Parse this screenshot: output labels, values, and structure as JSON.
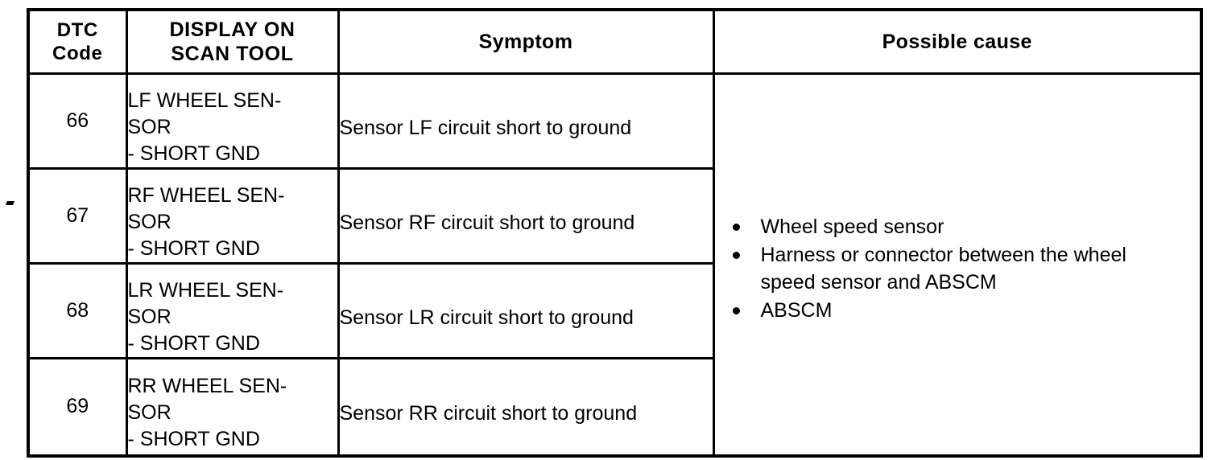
{
  "table": {
    "columns": [
      {
        "key": "dtc_code",
        "label": "DTC\nCode",
        "label_line1": "DTC",
        "label_line2": "Code"
      },
      {
        "key": "display_on_scan_tool",
        "label": "DISPLAY ON SCAN TOOL",
        "label_line1": "DISPLAY ON",
        "label_line2": "SCAN TOOL"
      },
      {
        "key": "symptom",
        "label": "Symptom"
      },
      {
        "key": "possible_cause",
        "label": "Possible cause"
      }
    ],
    "rows": [
      {
        "dtc_code": "66",
        "display_line1": "LF WHEEL SEN-",
        "display_line2": "SOR",
        "display_line3": "- SHORT GND",
        "symptom": "Sensor LF circuit short to ground"
      },
      {
        "dtc_code": "67",
        "display_line1": "RF WHEEL SEN-",
        "display_line2": "SOR",
        "display_line3": "- SHORT GND",
        "symptom": "Sensor RF circuit short to ground"
      },
      {
        "dtc_code": "68",
        "display_line1": "LR WHEEL SEN-",
        "display_line2": "SOR",
        "display_line3": "- SHORT GND",
        "symptom": "Sensor LR circuit short to ground"
      },
      {
        "dtc_code": "69",
        "display_line1": "RR WHEEL SEN-",
        "display_line2": "SOR",
        "display_line3": "- SHORT GND",
        "symptom": "Sensor RR circuit short to ground"
      }
    ],
    "possible_cause": {
      "spans_all_rows": true,
      "items": [
        {
          "line1": "Wheel speed sensor"
        },
        {
          "line1": "Harness or connector between the wheel",
          "line2": "speed sensor and ABSCM"
        },
        {
          "line1": "ABSCM"
        }
      ]
    }
  },
  "style": {
    "ink": "#000000",
    "paper": "#ffffff"
  }
}
